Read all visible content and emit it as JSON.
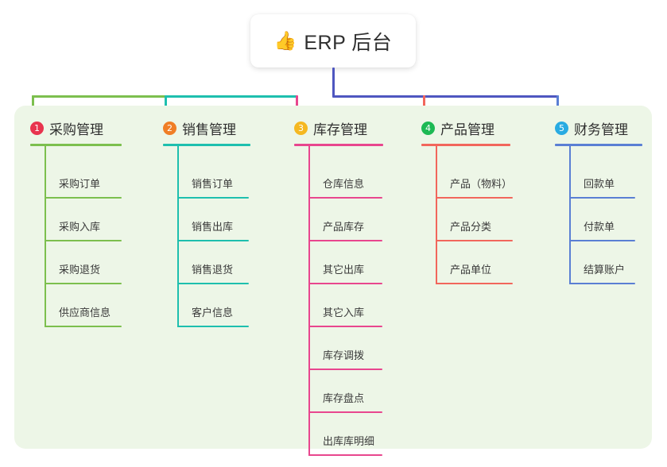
{
  "root": {
    "icon": "thumbs-up-icon",
    "icon_glyph": "👍",
    "title": "ERP 后台"
  },
  "theme": {
    "page_background": "#ffffff",
    "panel_background": "#EDF6E7",
    "card_background": "#ffffff",
    "text_color": "#3b3b3b",
    "root_connector": "#4E56C0"
  },
  "columns": [
    {
      "number": "1",
      "title": "采购管理",
      "badge_color": "#E8344E",
      "accent_color": "#7CBF4E",
      "items": [
        "采购订单",
        "采购入库",
        "采购退货",
        "供应商信息"
      ]
    },
    {
      "number": "2",
      "title": "销售管理",
      "badge_color": "#F07E26",
      "accent_color": "#1EBFAE",
      "items": [
        "销售订单",
        "销售出库",
        "销售退货",
        "客户信息"
      ]
    },
    {
      "number": "3",
      "title": "库存管理",
      "badge_color": "#F5B821",
      "accent_color": "#E8468E",
      "items": [
        "仓库信息",
        "产品库存",
        "其它出库",
        "其它入库",
        "库存调拨",
        "库存盘点",
        "出库库明细"
      ]
    },
    {
      "number": "4",
      "title": "产品管理",
      "badge_color": "#1DB954",
      "accent_color": "#F2665C",
      "items": [
        "产品（物料）",
        "产品分类",
        "产品单位"
      ]
    },
    {
      "number": "5",
      "title": "财务管理",
      "badge_color": "#29ABE2",
      "accent_color": "#5A7FD4",
      "items": [
        "回款单",
        "付款单",
        "结算账户"
      ]
    }
  ]
}
